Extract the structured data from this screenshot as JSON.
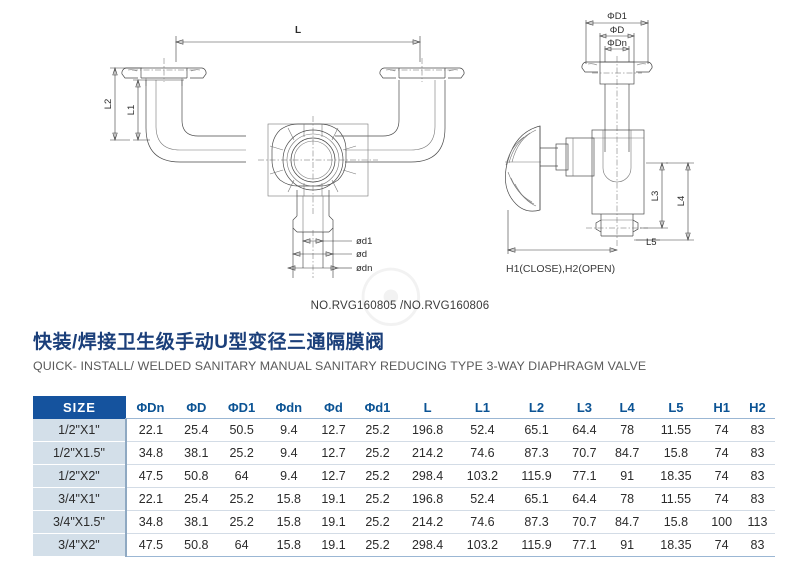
{
  "part_numbers": "NO.RVG160805 /NO.RVG160806",
  "heading": {
    "title_cn": "快装/焊接卫生级手动U型变径三通隔膜阀",
    "title_en": "QUICK- INSTALL/ WELDED SANITARY MANUAL SANITARY REDUCING TYPE 3-WAY DIAPHRAGM VALVE"
  },
  "colors": {
    "header_blue": "#15539e",
    "header_text_blue": "#0b5394",
    "size_cell_bg": "#d3dfe9",
    "title_navy": "#1b3f7a",
    "rule_blue": "#9bb7d4"
  },
  "drawing": {
    "left_view": {
      "dim_L": "L",
      "dim_L1": "L1",
      "dim_L2": "L2",
      "dim_d1": "ød1",
      "dim_d": "ød",
      "dim_dn": "ødn"
    },
    "right_view": {
      "dim_D1": "ΦD1",
      "dim_D": "ΦD",
      "dim_Dn": "ΦDn",
      "dim_L3": "L3",
      "dim_L4": "L4",
      "dim_L5": "L5",
      "caption": "H1(CLOSE),H2(OPEN)"
    }
  },
  "table": {
    "columns": [
      "SIZE",
      "ΦDn",
      "ΦD",
      "ΦD1",
      "Φdn",
      "Φd",
      "Φd1",
      "L",
      "L1",
      "L2",
      "L3",
      "L4",
      "L5",
      "H1",
      "H2"
    ],
    "rows": [
      {
        "size": "1/2\"X1\"",
        "values": [
          "22.1",
          "25.4",
          "50.5",
          "9.4",
          "12.7",
          "25.2",
          "196.8",
          "52.4",
          "65.1",
          "64.4",
          "78",
          "11.55",
          "74",
          "83"
        ]
      },
      {
        "size": "1/2\"X1.5\"",
        "values": [
          "34.8",
          "38.1",
          "25.2",
          "9.4",
          "12.7",
          "25.2",
          "214.2",
          "74.6",
          "87.3",
          "70.7",
          "84.7",
          "15.8",
          "74",
          "83"
        ]
      },
      {
        "size": "1/2\"X2\"",
        "values": [
          "47.5",
          "50.8",
          "64",
          "9.4",
          "12.7",
          "25.2",
          "298.4",
          "103.2",
          "115.9",
          "77.1",
          "91",
          "18.35",
          "74",
          "83"
        ]
      },
      {
        "size": "3/4\"X1\"",
        "values": [
          "22.1",
          "25.4",
          "25.2",
          "15.8",
          "19.1",
          "25.2",
          "196.8",
          "52.4",
          "65.1",
          "64.4",
          "78",
          "11.55",
          "74",
          "83"
        ]
      },
      {
        "size": "3/4\"X1.5\"",
        "values": [
          "34.8",
          "38.1",
          "25.2",
          "15.8",
          "19.1",
          "25.2",
          "214.2",
          "74.6",
          "87.3",
          "70.7",
          "84.7",
          "15.8",
          "100",
          "113"
        ]
      },
      {
        "size": "3/4\"X2\"",
        "values": [
          "47.5",
          "50.8",
          "64",
          "15.8",
          "19.1",
          "25.2",
          "298.4",
          "103.2",
          "115.9",
          "77.1",
          "91",
          "18.35",
          "74",
          "83"
        ]
      }
    ]
  },
  "watermark": {
    "text": "☉"
  }
}
